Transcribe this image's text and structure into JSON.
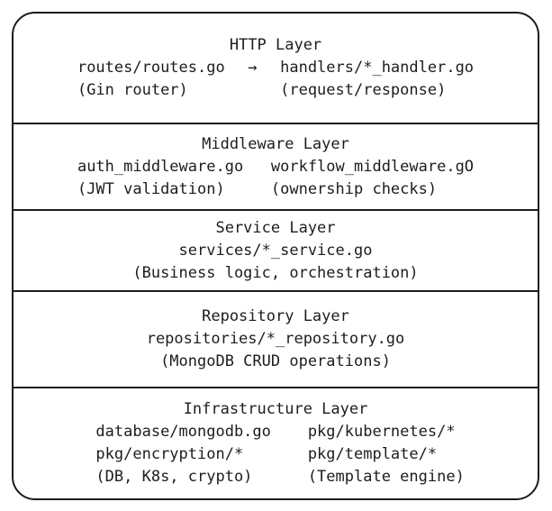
{
  "colors": {
    "ink": "#1d1d1d",
    "background": "#ffffff"
  },
  "diagram": {
    "layers": [
      {
        "title": "HTTP Layer",
        "rows": [
          {
            "left": "routes/routes.go",
            "arrow": "→",
            "right": "handlers/*_handler.go"
          },
          {
            "left": "(Gin router)",
            "arrow": "",
            "right": "(request/response)"
          }
        ]
      },
      {
        "title": "Middleware Layer",
        "rows": [
          {
            "left": "auth_middleware.go",
            "right": "workflow_middleware.gO"
          },
          {
            "left": "(JWT validation)",
            "right": "(ownership checks)"
          }
        ]
      },
      {
        "title": "Service Layer",
        "lines": [
          "services/*_service.go",
          "(Business logic, orchestration)"
        ]
      },
      {
        "title": "Repository Layer",
        "lines": [
          "repositories/*_repository.go",
          "(MongoDB CRUD operations)"
        ]
      },
      {
        "title": "Infrastructure Layer",
        "rows": [
          {
            "left": "database/mongodb.go",
            "right": "pkg/kubernetes/*"
          },
          {
            "left": "pkg/encryption/*",
            "right": "pkg/template/*"
          },
          {
            "left": "(DB, K8s, crypto)",
            "right": "(Template engine)"
          }
        ]
      }
    ]
  }
}
